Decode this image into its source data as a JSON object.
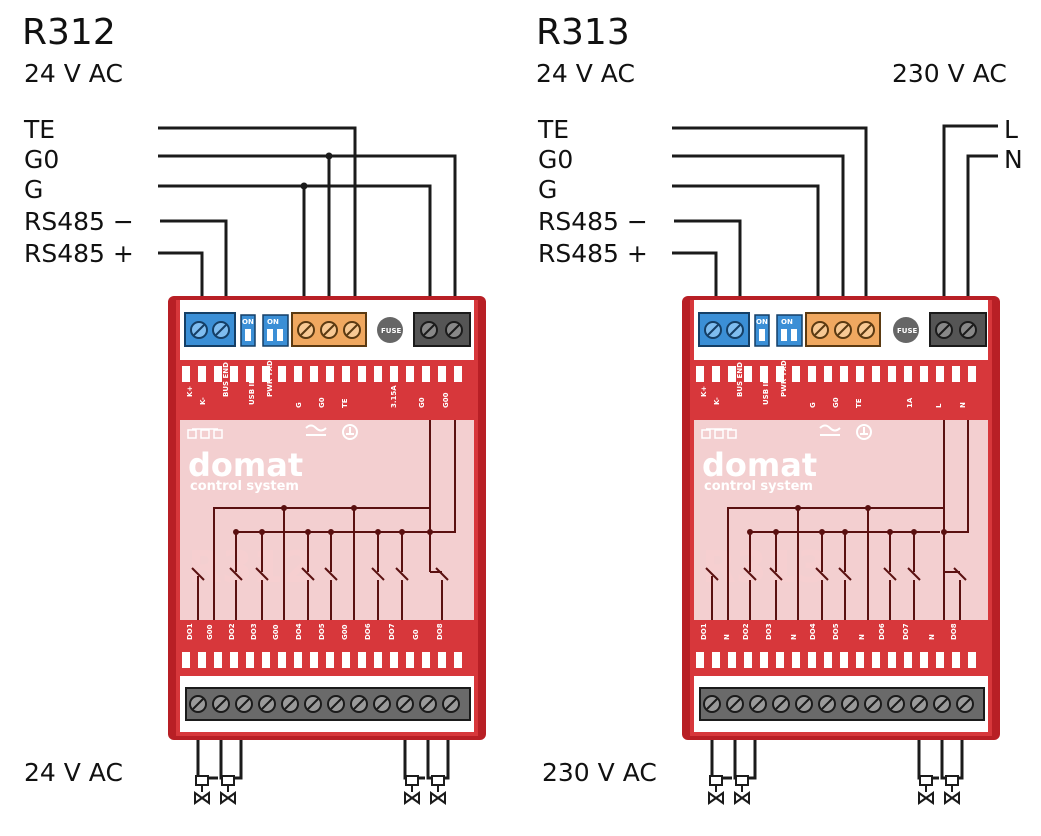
{
  "modules": [
    {
      "model": "R312",
      "supply_voltage": "24 V AC",
      "output_voltage": "24 V AC",
      "right_supply_voltage": "",
      "wire_labels": [
        "TE",
        "G0",
        "G",
        "RS485 −",
        "RS485 +"
      ],
      "right_wire_labels": [],
      "terminal_labels_top": [
        "K+",
        "K-",
        "BUS END",
        "USB INIT",
        "PWR TXD",
        "G",
        "G0",
        "TE",
        "3.15A",
        "G0",
        "G00"
      ],
      "terminal_labels_bottom": [
        "DO1",
        "G00",
        "DO2",
        "DO3",
        "G00",
        "DO4",
        "DO5",
        "G00",
        "DO6",
        "DO7",
        "G0",
        "DO8"
      ],
      "switch_label": "ON",
      "fuse_label": "FUSE",
      "brand": "domat",
      "brand_sub": "control system"
    },
    {
      "model": "R313",
      "supply_voltage": "24 V AC",
      "output_voltage": "230 V AC",
      "right_supply_voltage": "230 V AC",
      "wire_labels": [
        "TE",
        "G0",
        "G",
        "RS485 −",
        "RS485 +"
      ],
      "right_wire_labels": [
        "L",
        "N"
      ],
      "terminal_labels_top": [
        "K+",
        "K-",
        "BUS END",
        "USB INIT",
        "PWR TXD",
        "G",
        "G0",
        "TE",
        "1A",
        "L",
        "N"
      ],
      "terminal_labels_bottom": [
        "DO1",
        "N",
        "DO2",
        "DO3",
        "N",
        "DO4",
        "DO5",
        "N",
        "DO6",
        "DO7",
        "N",
        "DO8"
      ],
      "switch_label": "ON",
      "fuse_label": "FUSE",
      "brand": "domat",
      "brand_sub": "control system"
    }
  ],
  "colors": {
    "housing_red": "#c9262b",
    "panel_pink": "#f3cfd0",
    "terminal_blue": "#3b8fd6",
    "terminal_orange": "#f0a860",
    "terminal_dark": "#555555",
    "wire": "#1b1b1b"
  },
  "icons": [
    "network-icon",
    "ac-power-icon",
    "ground-icon",
    "relay-contact-icon",
    "valve-icon",
    "dip-switch-icon",
    "fuse-icon",
    "screw-terminal-icon"
  ]
}
